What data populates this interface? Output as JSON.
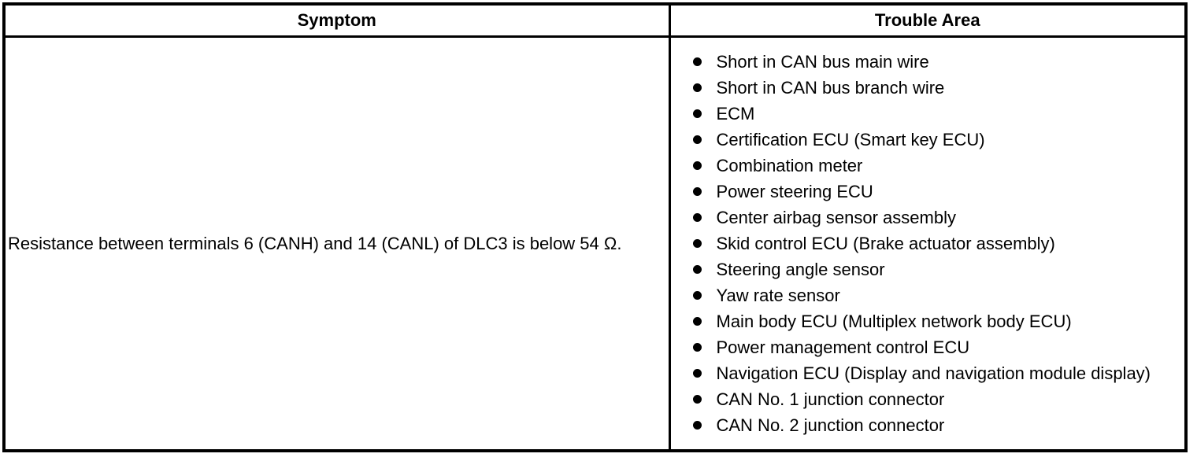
{
  "colors": {
    "border": "#000000",
    "background": "#ffffff",
    "text": "#000000"
  },
  "table": {
    "headers": [
      {
        "label": "Symptom"
      },
      {
        "label": "Trouble Area"
      }
    ],
    "row": {
      "symptom": "Resistance between terminals 6 (CANH) and 14 (CANL) of DLC3 is below 54 Ω.",
      "trouble_areas": [
        "Short in CAN bus main wire",
        "Short in CAN bus branch wire",
        "ECM",
        "Certification ECU (Smart key ECU)",
        "Combination meter",
        "Power steering ECU",
        "Center airbag sensor assembly",
        "Skid control ECU (Brake actuator assembly)",
        "Steering angle sensor",
        "Yaw rate sensor",
        "Main body ECU (Multiplex network body ECU)",
        "Power management control ECU",
        "Navigation ECU (Display and navigation module display)",
        "CAN No. 1 junction connector",
        "CAN No. 2 junction connector"
      ]
    }
  }
}
